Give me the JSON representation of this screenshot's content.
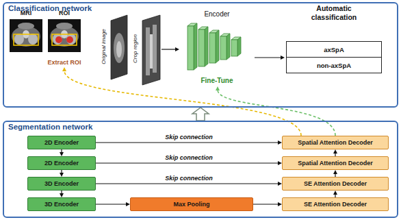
{
  "diagram": {
    "nodes": [
      {
        "text": [
          "Classification network"
        ]
      },
      {
        "text": [
          "MRI"
        ],
        "in": 0
      },
      {
        "text": [
          "ROI",
          "Extract ROI"
        ],
        "in": 0
      },
      {
        "text": [
          "Original image"
        ],
        "in": 0
      },
      {
        "text": [
          "Crop region"
        ],
        "in": 0
      },
      {
        "text": [
          "Encoder",
          "Fine-Tune"
        ],
        "in": 0
      },
      {
        "text": [
          "Automatic classification"
        ],
        "in": 0
      },
      {
        "text": [
          "axSpA"
        ],
        "in": 6
      },
      {
        "text": [
          "non-axSpA"
        ],
        "in": 6
      },
      {
        "text": [
          "Segmentation network"
        ]
      },
      {
        "text": [
          "2D Encoder"
        ],
        "in": 9
      },
      {
        "text": [
          "2D Encoder"
        ],
        "in": 9
      },
      {
        "text": [
          "3D Encoder"
        ],
        "in": 9
      },
      {
        "text": [
          "3D Encoder"
        ],
        "in": 9
      },
      {
        "text": [
          "Max Pooling"
        ],
        "in": 9
      },
      {
        "text": [
          "Spatial Attention Decoder"
        ],
        "in": 9
      },
      {
        "text": [
          "Spatial Attention Decoder"
        ],
        "in": 9
      },
      {
        "text": [
          "SE Attention Decoder"
        ],
        "in": 9
      },
      {
        "text": [
          "SE Attention Decoder"
        ],
        "in": 9
      }
    ],
    "edges": [
      {
        "from": 4,
        "to": 5,
        "arrow": "to"
      },
      {
        "from": 5,
        "to": 6,
        "arrow": "to"
      },
      {
        "from": 10,
        "to": 11,
        "arrow": "to"
      },
      {
        "from": 11,
        "to": 12,
        "arrow": "to"
      },
      {
        "from": 12,
        "to": 13,
        "arrow": "to"
      },
      {
        "from": 10,
        "to": 15,
        "label": "Skip connection",
        "arrow": "to"
      },
      {
        "from": 11,
        "to": 16,
        "label": "Skip connection",
        "arrow": "to"
      },
      {
        "from": 12,
        "to": 17,
        "label": "Skip connection",
        "arrow": "to"
      },
      {
        "from": 13,
        "to": 14,
        "arrow": "to"
      },
      {
        "from": 14,
        "to": 18,
        "arrow": "to"
      },
      {
        "from": 18,
        "to": 17,
        "arrow": "to"
      },
      {
        "from": 17,
        "to": 16,
        "arrow": "to"
      },
      {
        "from": 16,
        "to": 15,
        "arrow": "to"
      },
      {
        "from": 9,
        "to": 0,
        "arrow": "to"
      },
      {
        "from": 15,
        "to": 2,
        "arrow": "to"
      },
      {
        "from": 15,
        "to": 5,
        "arrow": "to"
      }
    ]
  }
}
